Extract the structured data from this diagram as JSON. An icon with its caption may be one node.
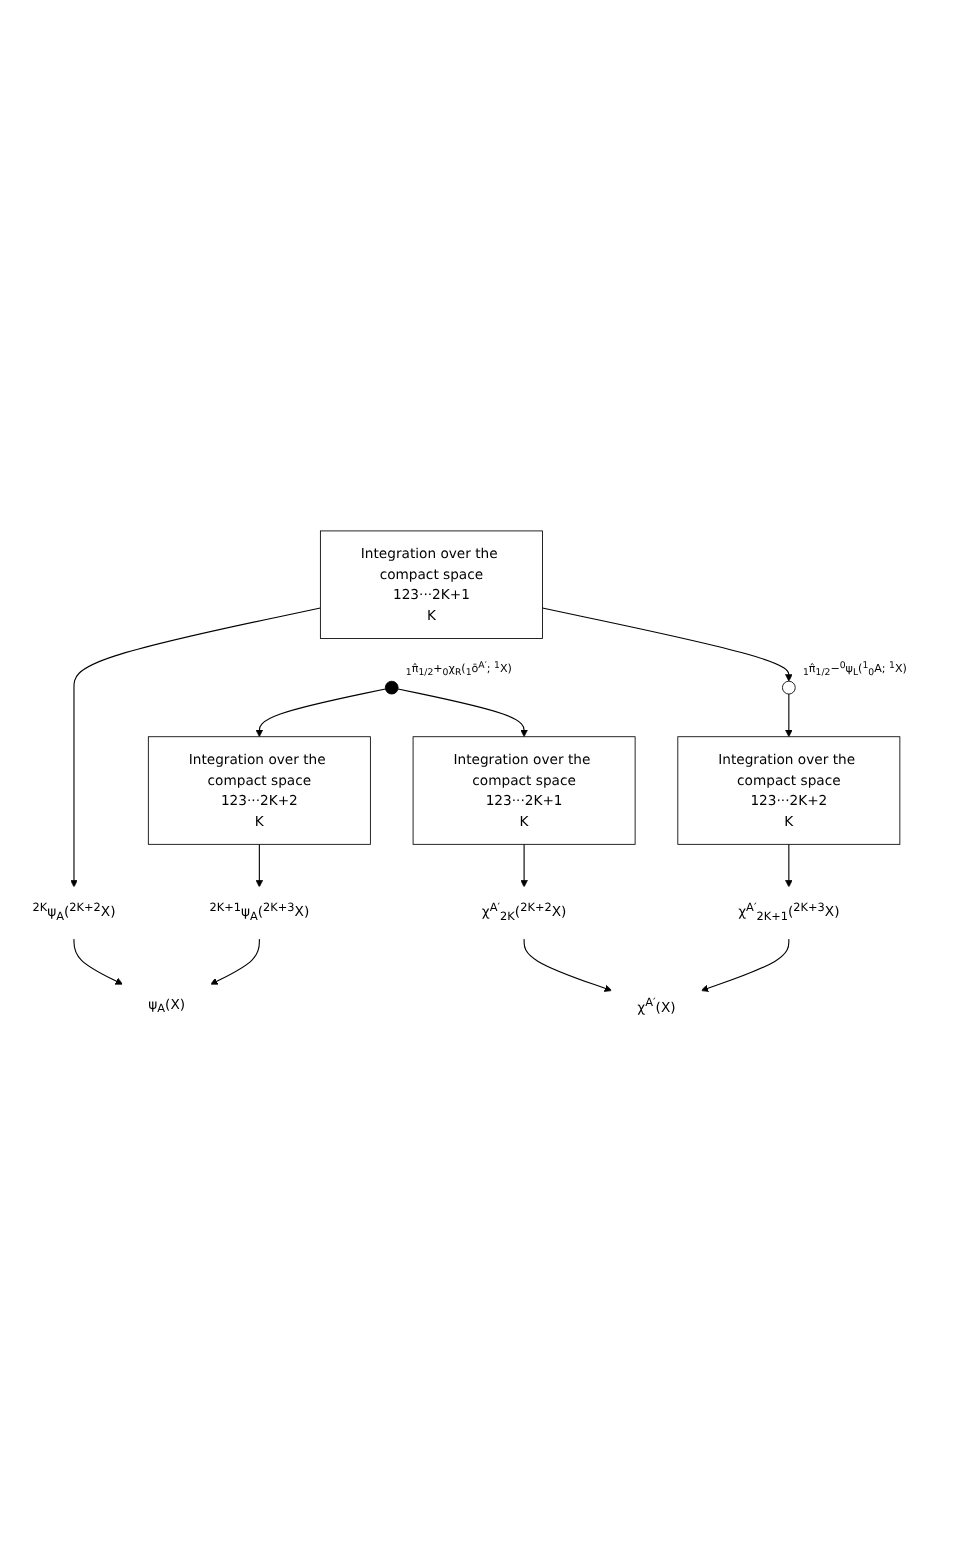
{
  "diagram": {
    "nodes": [
      {
        "text": [
          "ψ$_{A}$(X)"
        ]
      },
      {
        "text": [
          "$^{2K}$ψ$_{A}$($^{2K+2}$X)"
        ]
      },
      {
        "text": [
          "$^{2K+1}$ψ$_{A}$($^{2K+3}$X)"
        ]
      },
      {
        "text": [
          "Integration over the compact space",
          "123···2K+1",
          "K"
        ]
      },
      {
        "text": [
          "Integration over the compact space",
          "123···2K+2",
          "K"
        ]
      },
      {
        "text": [],
        "shape": "circle",
        "beside": [
          "$_{1}$π̂$_{1/2}$−$^{0}$ψ$_{L}$($^{1}$$_{0}$A; $^{1}$X)"
        ]
      },
      {
        "text": [],
        "shape": "circle",
        "beside": [
          "$_{1}$π̂$_{1/2}$+$_{0}$χ$_{R}$($_{1}$ō$^{A′}$; $^{1}$X)"
        ]
      },
      {
        "text": [
          "Integration over the compact space",
          "123···2K+2",
          "K"
        ]
      },
      {
        "text": [
          "Integration over the compact space",
          "123···2K+1",
          "K"
        ]
      },
      {
        "text": [
          "χ$^{A′}$$_{2K+1}$($^{2K+3}$X)"
        ]
      },
      {
        "text": [
          "χ$^{A′}$$_{2K}$($^{2K+2}$X)"
        ]
      },
      {
        "text": [
          "χ$^{A′}$(X)"
        ]
      }
    ],
    "edges": [
      {
        "from": 1,
        "to": 0,
        "arrow": "to"
      },
      {
        "from": 2,
        "to": 0,
        "arrow": "to"
      },
      {
        "from": 3,
        "to": 1,
        "arrow": "to"
      },
      {
        "from": 4,
        "to": 2,
        "arrow": "to"
      },
      {
        "from": 3,
        "to": 5,
        "arrow": "to"
      },
      {
        "from": 5,
        "to": 7,
        "arrow": "to"
      },
      {
        "from": 6,
        "to": 4,
        "arrow": "to"
      },
      {
        "from": 6,
        "to": 8,
        "arrow": "to"
      },
      {
        "from": 7,
        "to": 9,
        "arrow": "to"
      },
      {
        "from": 8,
        "to": 10,
        "arrow": "to"
      },
      {
        "from": 9,
        "to": 11,
        "arrow": "to"
      },
      {
        "from": 10,
        "to": 11,
        "arrow": "to"
      }
    ]
  }
}
